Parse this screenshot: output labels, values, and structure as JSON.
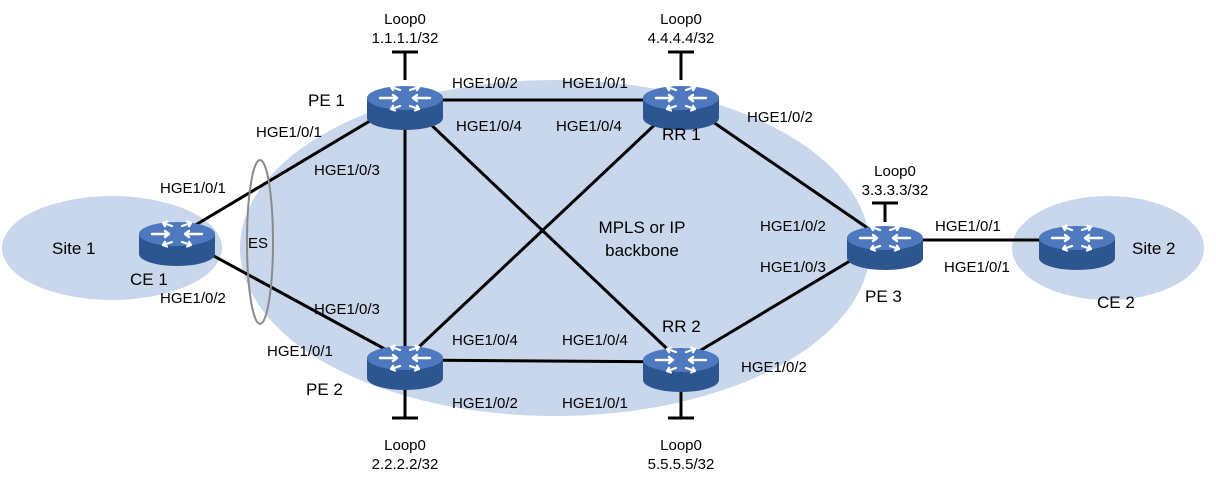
{
  "colors": {
    "region_fill": "#c9d7ec",
    "link": "#000000",
    "router_top": "#4f79bf",
    "router_side": "#2d558f",
    "router_arrow": "#ffffff",
    "es_ring": "#8a8a8a",
    "text": "#000000"
  },
  "icons": {
    "router": "router-icon"
  },
  "backbone": {
    "label_line1": "MPLS or IP",
    "label_line2": "backbone"
  },
  "sites": {
    "site1": "Site 1",
    "site2": "Site 2"
  },
  "es": {
    "label": "ES"
  },
  "devices": {
    "pe1": {
      "name": "PE 1",
      "loopback_name": "Loop0",
      "loopback_ip": "1.1.1.1/32"
    },
    "pe2": {
      "name": "PE 2",
      "loopback_name": "Loop0",
      "loopback_ip": "2.2.2.2/32"
    },
    "pe3": {
      "name": "PE 3",
      "loopback_name": "Loop0",
      "loopback_ip": "3.3.3.3/32"
    },
    "rr1": {
      "name": "RR 1",
      "loopback_name": "Loop0",
      "loopback_ip": "4.4.4.4/32"
    },
    "rr2": {
      "name": "RR 2",
      "loopback_name": "Loop0",
      "loopback_ip": "5.5.5.5/32"
    },
    "ce1": {
      "name": "CE 1"
    },
    "ce2": {
      "name": "CE 2"
    }
  },
  "interfaces": {
    "pe1_to_rr1": "HGE1/0/2",
    "rr1_to_pe1": "HGE1/0/1",
    "pe1_to_rr2": "HGE1/0/4",
    "rr1_to_pe2": "HGE1/0/4",
    "pe1_to_ce1": "HGE1/0/1",
    "pe1_to_pe2": "HGE1/0/3",
    "ce1_to_pe1": "HGE1/0/1",
    "ce1_to_pe2": "HGE1/0/2",
    "pe2_to_pe1": "HGE1/0/3",
    "pe2_to_ce1": "HGE1/0/1",
    "pe2_to_rr1": "HGE1/0/4",
    "pe2_to_rr2": "HGE1/0/2",
    "rr2_to_pe1": "HGE1/0/4",
    "rr2_to_pe2": "HGE1/0/1",
    "rr2_to_pe3": "HGE1/0/2",
    "rr1_to_pe3": "HGE1/0/2",
    "pe3_to_rr1": "HGE1/0/2",
    "pe3_to_rr2": "HGE1/0/3",
    "pe3_to_ce2": "HGE1/0/1",
    "ce2_to_pe3": "HGE1/0/1"
  }
}
